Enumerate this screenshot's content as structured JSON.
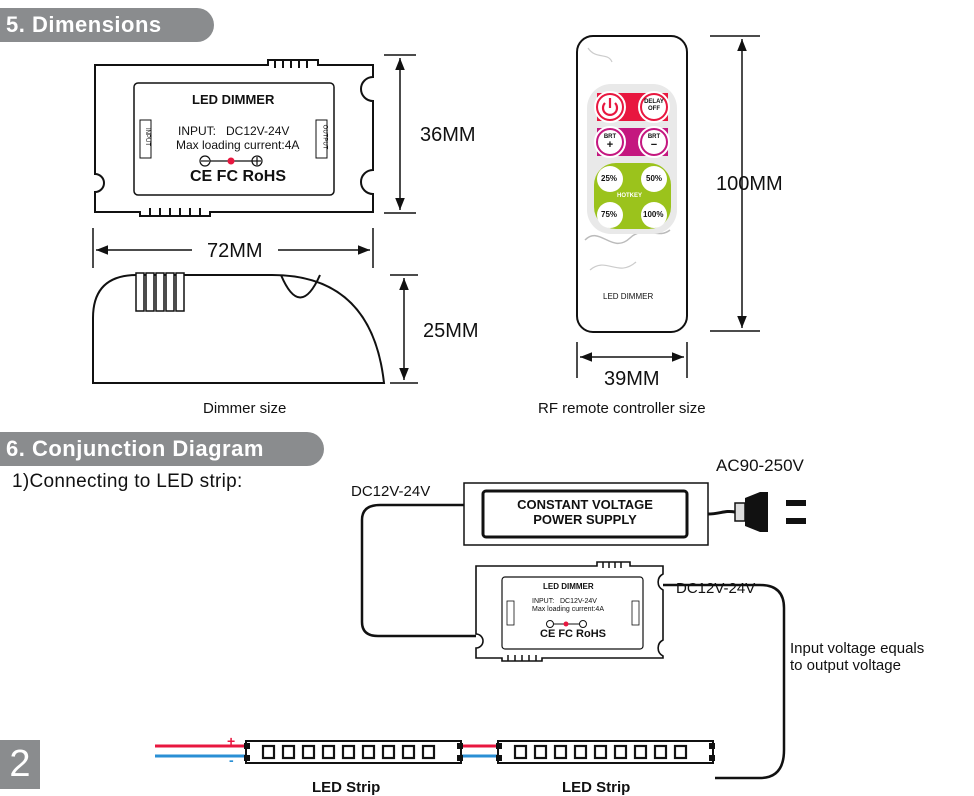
{
  "sections": {
    "dimensions": {
      "title": "5. Dimensions"
    },
    "conjunction": {
      "title": "6. Conjunction Diagram",
      "step1": "1)Connecting to LED strip:"
    }
  },
  "dimmer": {
    "label": "LED DIMMER",
    "input_line": "INPUT:   DC12V-24V",
    "current_line": "Max loading current:4A",
    "marks": "CE FC RoHS",
    "input_tag": "INPUT",
    "output_tag": "OUTPUT",
    "width": "72MM",
    "height": "36MM",
    "depth": "25MM",
    "caption": "Dimmer size"
  },
  "remote": {
    "label": "LED DIMMER",
    "height": "100MM",
    "width": "39MM",
    "caption": "RF remote controller size",
    "buttons": {
      "power_icon": "power-icon",
      "delay": "DELAY",
      "off": "OFF",
      "brt": "BRT",
      "plus": "+",
      "minus": "−",
      "p25": "25%",
      "p50": "50%",
      "p75": "75%",
      "p100": "100%",
      "hotkey": "HOTKEY"
    },
    "colors": {
      "red": "#e8173f",
      "magenta": "#c4177f",
      "green": "#9bc31c"
    }
  },
  "diagram": {
    "ac": "AC90-250V",
    "dc_in": "DC12V-24V",
    "dc_out": "DC12V-24V",
    "power_supply": "CONSTANT VOLTAGE\nPOWER SUPPLY",
    "psu_line1": "CONSTANT VOLTAGE",
    "psu_line2": "POWER SUPPLY",
    "note_line1": "Input voltage equals",
    "note_line2": "to output voltage",
    "strip1": "LED Strip",
    "strip2": "LED Strip",
    "plus": "+",
    "minus": "-"
  },
  "page": {
    "number": "2"
  }
}
